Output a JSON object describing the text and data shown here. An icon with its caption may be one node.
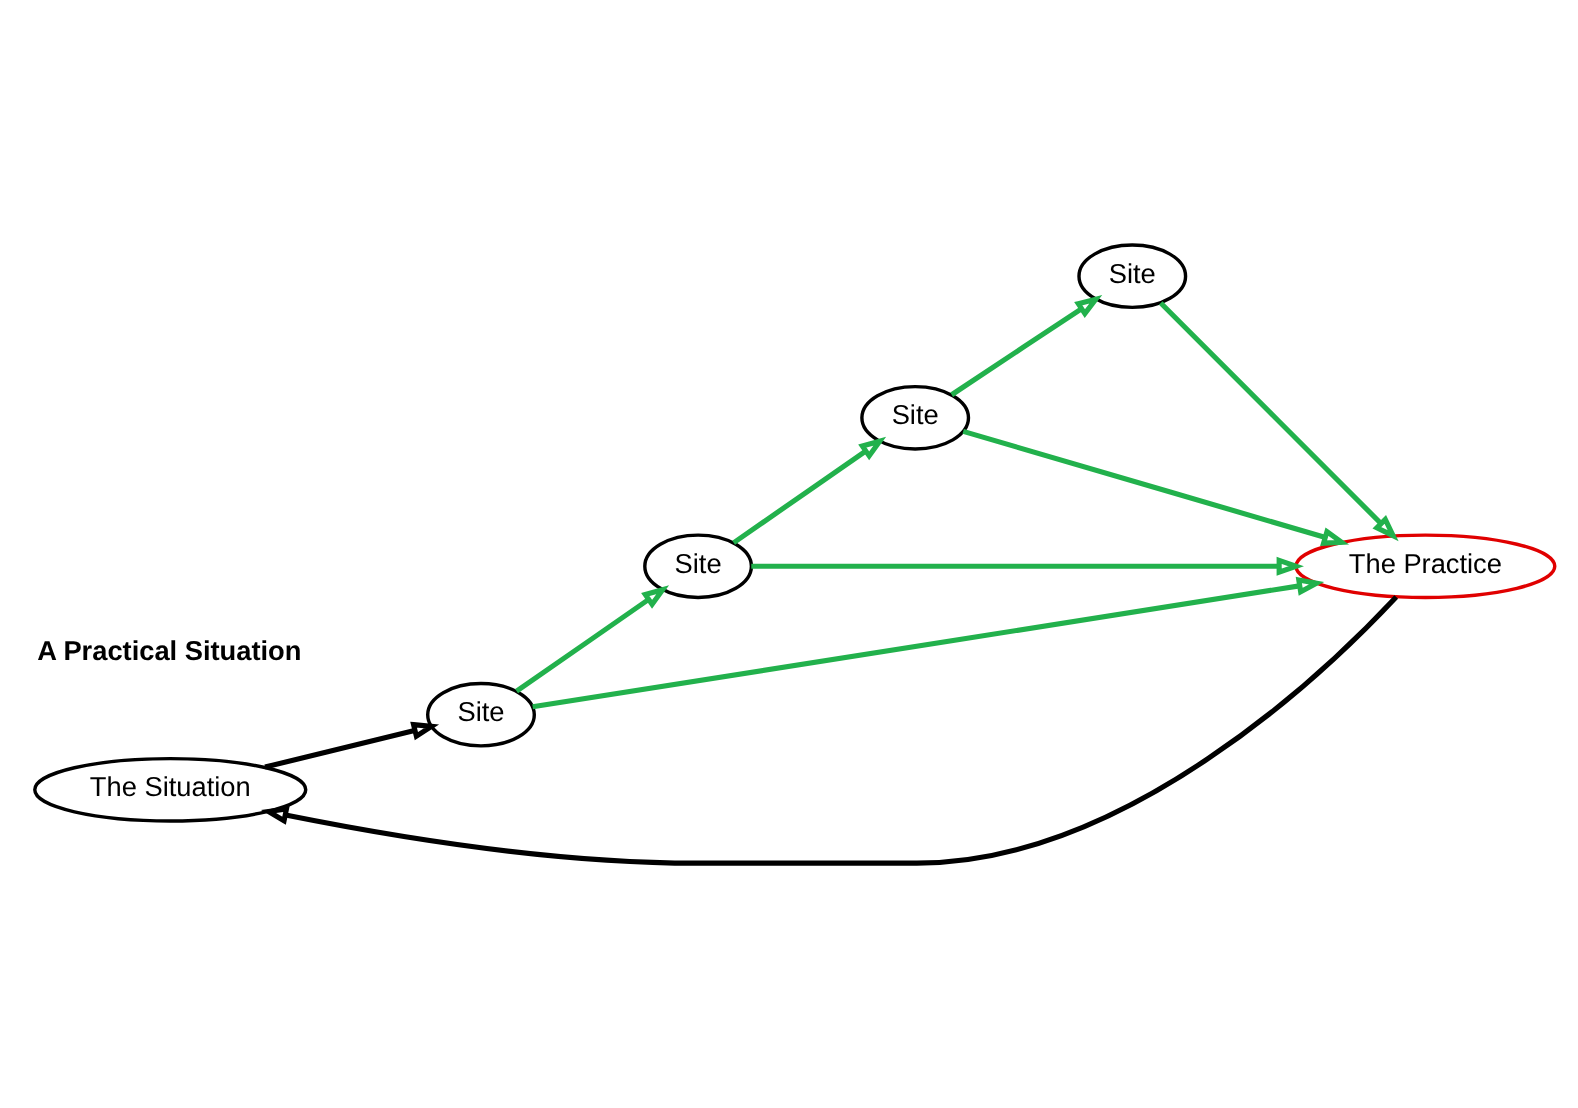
{
  "diagram": {
    "nodes": [
      {
        "text": [
          "The Situation"
        ]
      },
      {
        "text": [
          "Site"
        ]
      },
      {
        "text": [
          "Site"
        ]
      },
      {
        "text": [
          "Site"
        ]
      },
      {
        "text": [
          "Site"
        ]
      },
      {
        "text": [
          "The Practice"
        ]
      }
    ],
    "edges": [
      {
        "from": 0,
        "to": 1,
        "arrow": "to",
        "color": "#000000"
      },
      {
        "from": 1,
        "to": 2,
        "arrow": "to"
      },
      {
        "from": 1,
        "to": 5,
        "arrow": "to"
      },
      {
        "from": 2,
        "to": 3,
        "arrow": "to"
      },
      {
        "from": 2,
        "to": 5,
        "arrow": "to"
      },
      {
        "from": 3,
        "to": 5,
        "arrow": "to"
      },
      {
        "from": 3,
        "to": 4,
        "arrow": "to"
      },
      {
        "from": 4,
        "to": 5,
        "arrow": "to"
      },
      {
        "from": 5,
        "to": 0,
        "arrow": "to",
        "color": "#000000"
      }
    ],
    "labels": [
      "A Practical Situation"
    ]
  }
}
